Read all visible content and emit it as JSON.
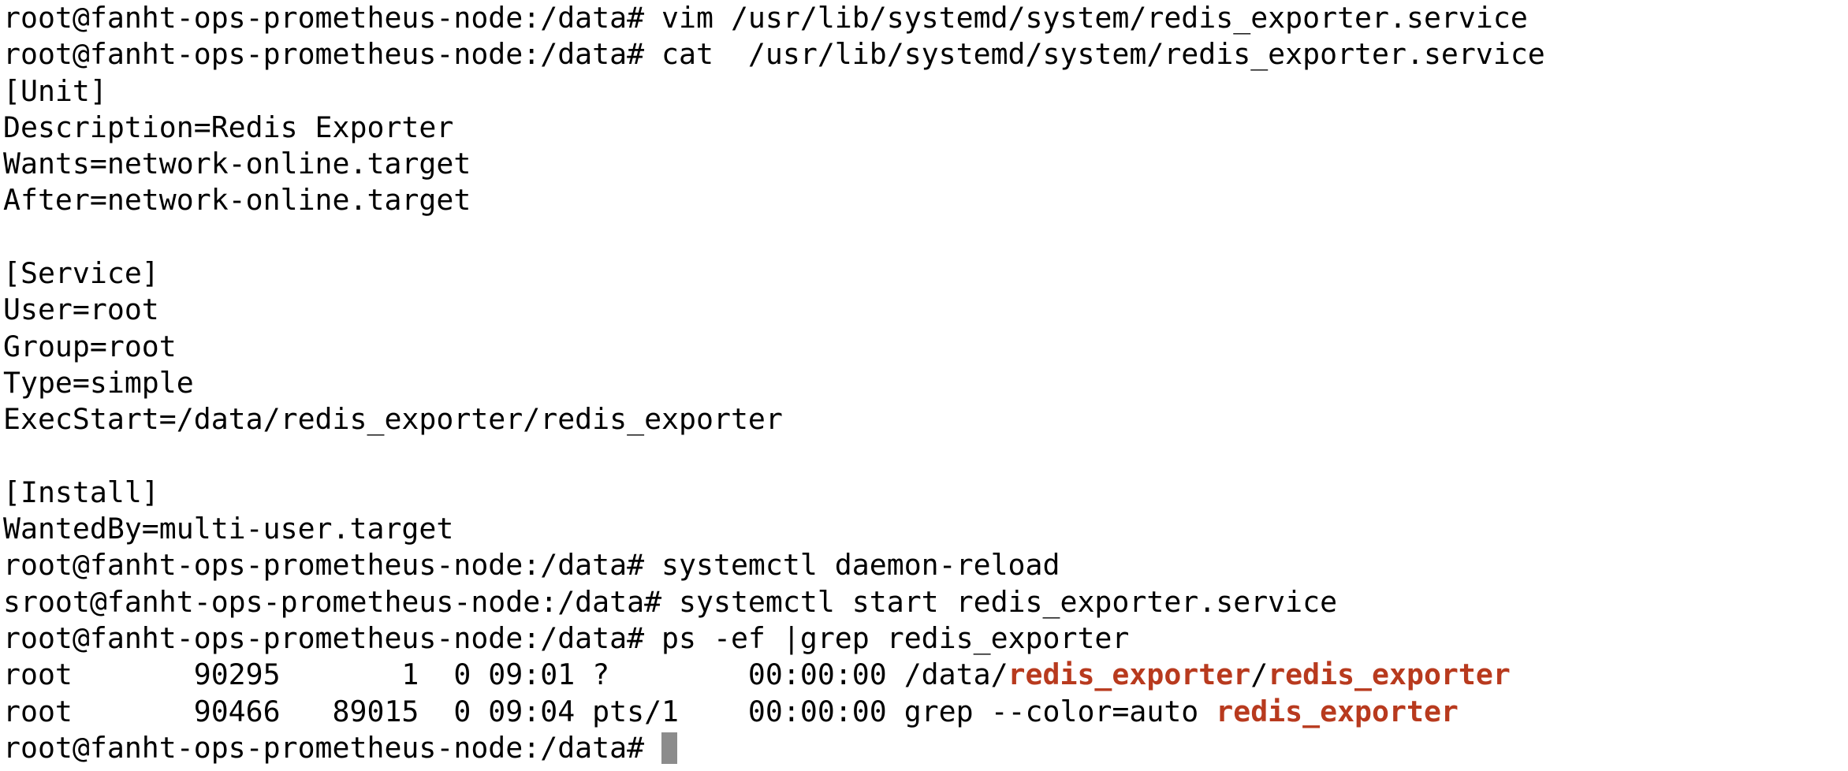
{
  "terminal": {
    "prompt": "root@fanht-ops-prometheus-node:/data# ",
    "lines": [
      {
        "kind": "cmd",
        "prefix": "",
        "text": "vim /usr/lib/systemd/system/redis_exporter.service"
      },
      {
        "kind": "cmd",
        "prefix": "",
        "text": "cat  /usr/lib/systemd/system/redis_exporter.service"
      },
      {
        "kind": "out",
        "text": "[Unit]"
      },
      {
        "kind": "out",
        "text": "Description=Redis Exporter"
      },
      {
        "kind": "out",
        "text": "Wants=network-online.target"
      },
      {
        "kind": "out",
        "text": "After=network-online.target"
      },
      {
        "kind": "out",
        "text": ""
      },
      {
        "kind": "out",
        "text": "[Service]"
      },
      {
        "kind": "out",
        "text": "User=root"
      },
      {
        "kind": "out",
        "text": "Group=root"
      },
      {
        "kind": "out",
        "text": "Type=simple"
      },
      {
        "kind": "out",
        "text": "ExecStart=/data/redis_exporter/redis_exporter"
      },
      {
        "kind": "out",
        "text": ""
      },
      {
        "kind": "out",
        "text": "[Install]"
      },
      {
        "kind": "out",
        "text": "WantedBy=multi-user.target"
      },
      {
        "kind": "cmd",
        "prefix": "",
        "text": "systemctl daemon-reload"
      },
      {
        "kind": "cmd",
        "prefix": "s",
        "text": "systemctl start redis_exporter.service"
      },
      {
        "kind": "cmd",
        "prefix": "",
        "text": "ps -ef |grep redis_exporter"
      },
      {
        "kind": "proc",
        "parts": [
          {
            "t": "root       90295       1  0 09:01 ?        00:00:00 /data/"
          },
          {
            "t": "redis_exporter",
            "hl": true
          },
          {
            "t": "/"
          },
          {
            "t": "redis_exporter",
            "hl": true
          }
        ]
      },
      {
        "kind": "proc",
        "parts": [
          {
            "t": "root       90466   89015  0 09:04 pts/1    00:00:00 grep --color=auto "
          },
          {
            "t": "redis_exporter",
            "hl": true
          }
        ]
      },
      {
        "kind": "cursor",
        "prefix": ""
      }
    ]
  },
  "colors": {
    "background": "#ffffff",
    "text": "#000000",
    "grep_highlight": "#b83a1e",
    "cursor": "#8c8c8c"
  }
}
